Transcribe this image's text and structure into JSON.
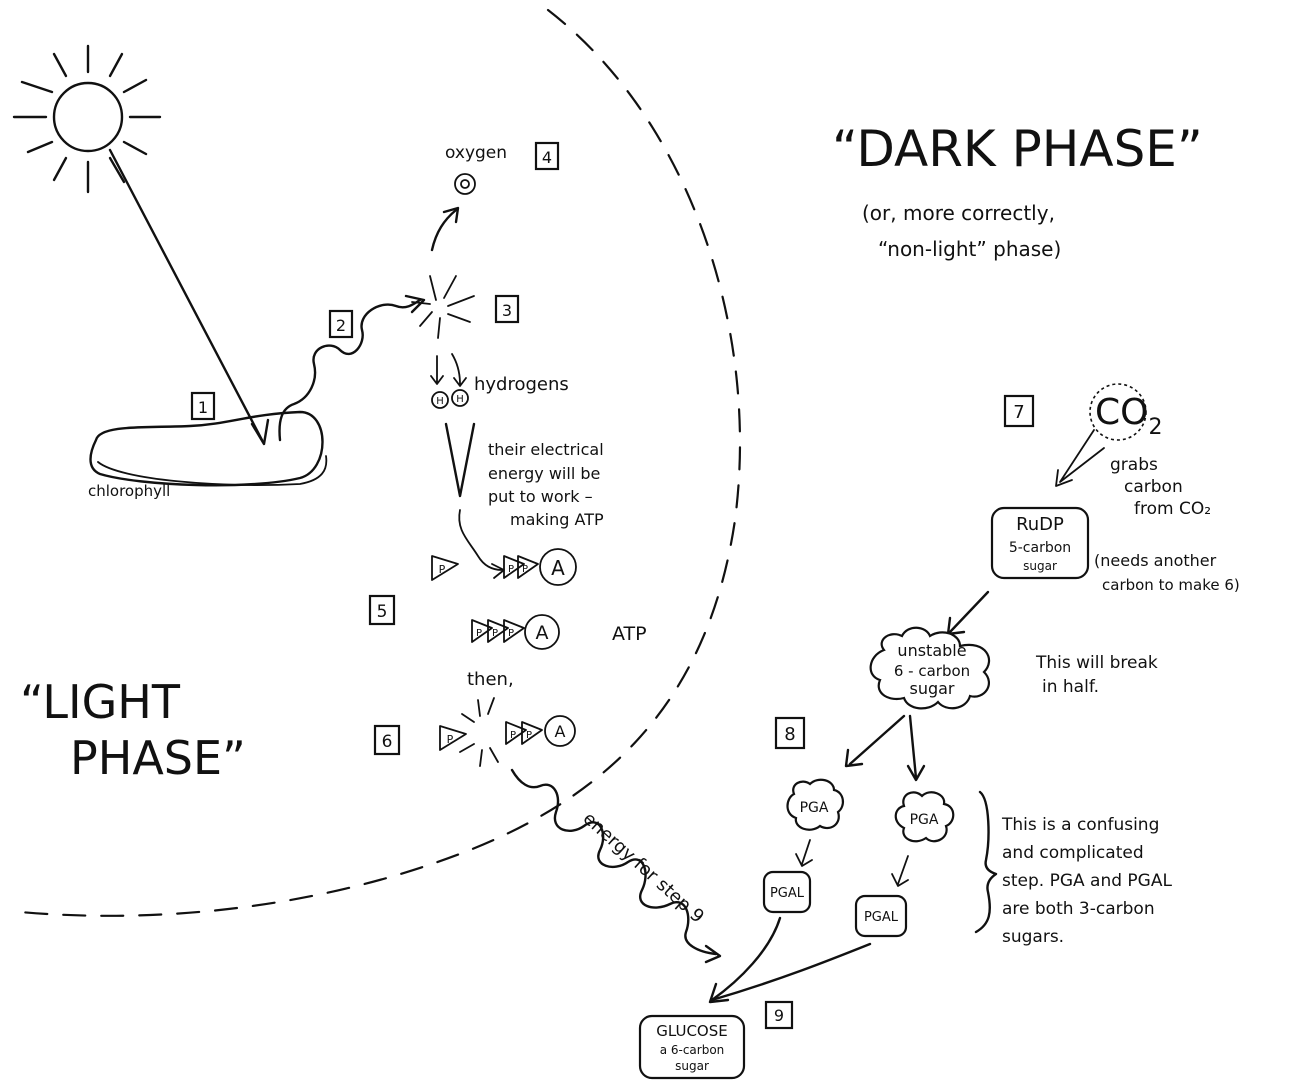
{
  "titles": {
    "dark_phase": "“DARK PHASE”",
    "dark_sub_1": "(or, more correctly,",
    "dark_sub_2": "“non-light” phase)",
    "light_1": "“LIGHT",
    "light_2": "PHASE”"
  },
  "steps": [
    "1",
    "2",
    "3",
    "4",
    "5",
    "6",
    "7",
    "8",
    "9"
  ],
  "labels": {
    "chlorophyll": "chlorophyll",
    "oxygen": "oxygen",
    "oxygen_atom": "O",
    "hydrogens": "hydrogens",
    "hydrogen_atom": "H",
    "energy_note": [
      "their electrical",
      "energy will be",
      "put to work –",
      "making ATP"
    ],
    "phosphate": "P",
    "adenosine": "A",
    "atp": "ATP",
    "then": "then,",
    "energy_path": "energy for step 9",
    "co2_c": "CO",
    "co2_sub": "2",
    "grabs": [
      "grabs",
      "carbon",
      "from CO₂"
    ],
    "rudp": [
      "RuDP",
      "5-carbon",
      "sugar"
    ],
    "needs": [
      "(needs another",
      "carbon to make 6)"
    ],
    "unstable": [
      "unstable",
      "6 - carbon",
      "sugar"
    ],
    "break": [
      "This will break",
      "in half."
    ],
    "pga": "PGA",
    "pgal": "PGAL",
    "confusing": [
      "This is a confusing",
      "and complicated",
      "step. PGA and PGAL",
      "are both 3-carbon",
      "sugars."
    ],
    "glucose": [
      "GLUCOSE",
      "a 6-carbon",
      "sugar"
    ]
  }
}
